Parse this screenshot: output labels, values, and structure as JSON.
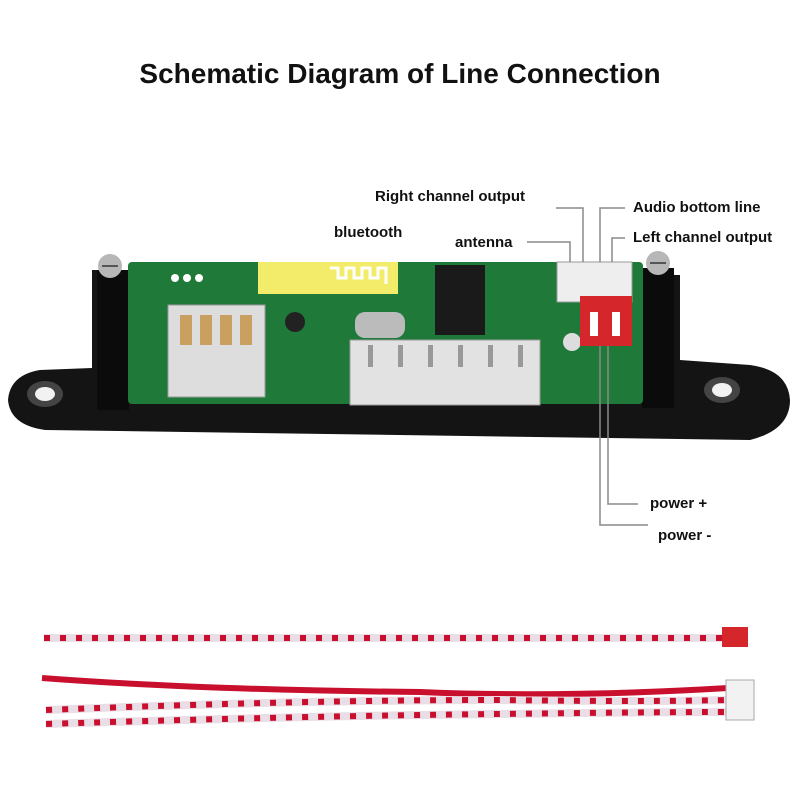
{
  "title": "Schematic Diagram of Line Connection",
  "labels": {
    "right_channel_output": "Right channel output",
    "audio_bottom_line": "Audio bottom line",
    "bluetooth": "bluetooth",
    "antenna": "antenna",
    "left_channel_output": "Left channel output",
    "power_plus": "power +",
    "power_minus": "power -"
  },
  "colors": {
    "pcb": "#1f7a3a",
    "bracket": "#161616",
    "cable_red": "#c8102e",
    "cable_white": "#e9dde6",
    "connector_red": "#d4262b",
    "bluetooth_chip": "#f3ec6a"
  }
}
